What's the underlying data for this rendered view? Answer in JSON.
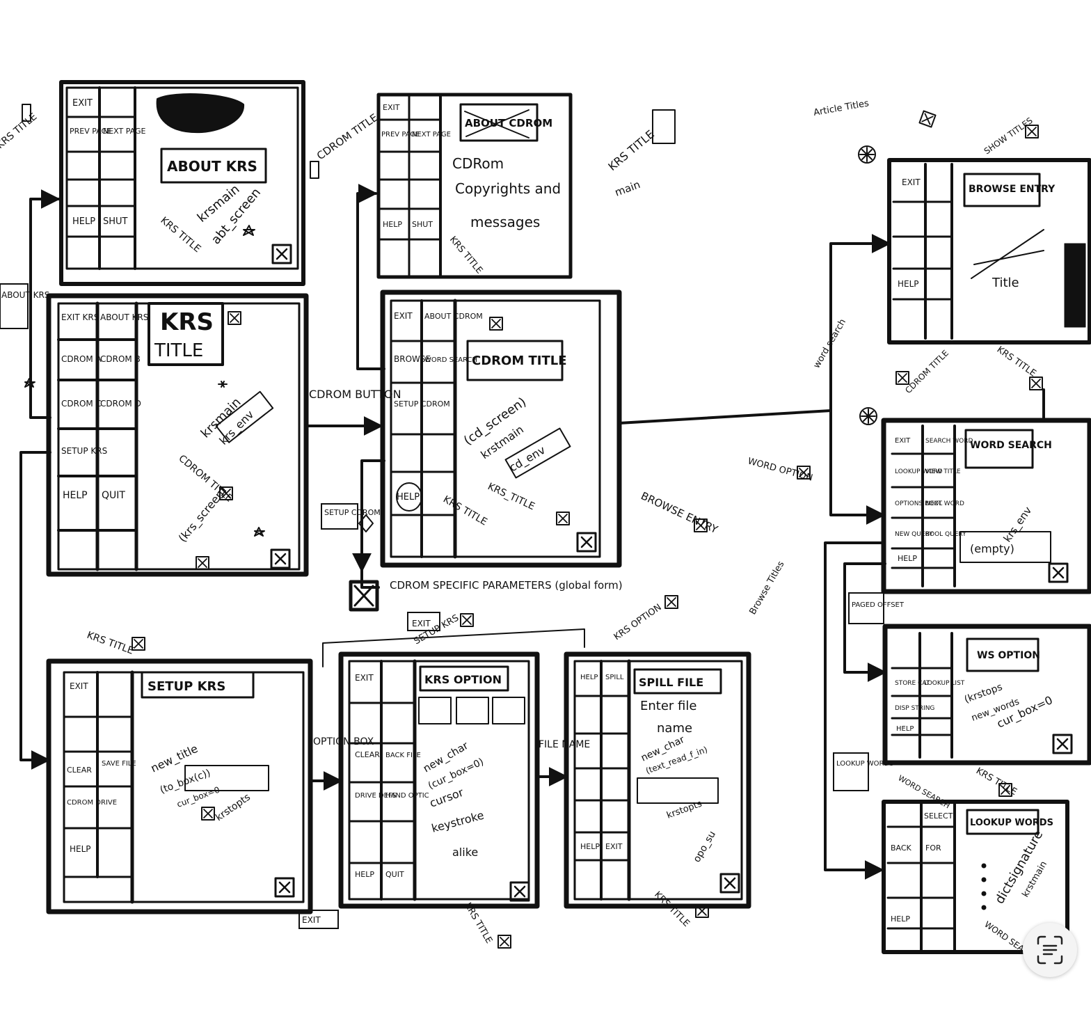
{
  "screens": {
    "about_krs": {
      "buttons": [
        "EXIT",
        "PREV PAGE",
        "NEXT PAGE",
        "HELP",
        "SHUT"
      ],
      "title_box": "ABOUT KRS",
      "notes": [
        "krsmain",
        "abt_screen",
        "KRS TITLE"
      ]
    },
    "about_cdrom": {
      "buttons": [
        "EXIT",
        "PREV PAGE",
        "NEXT PAGE",
        "HELP",
        "SHUT"
      ],
      "title_box": "ABOUT CDROM",
      "body_lines": [
        "CDRom",
        "Copyrights and",
        "messages"
      ],
      "notes": [
        "KRS TITLE"
      ]
    },
    "krs_main": {
      "buttons": [
        "EXIT KRS",
        "ABOUT KRS",
        "CDROM A",
        "CDROM B",
        "CDROM C",
        "CDROM D",
        "SETUP KRS",
        "HELP",
        "QUIT"
      ],
      "title_line1": "KRS",
      "title_line2": "TITLE",
      "notes": [
        "krsmain",
        "krs_env",
        "CDROM TITLE",
        "(krs_screen)"
      ]
    },
    "cdrom_screen": {
      "buttons": [
        "EXIT",
        "ABOUT CDROM",
        "BROWSE",
        "WORD SEARCH",
        "SETUP CDROM",
        "HELP"
      ],
      "title_box": "CDROM TITLE",
      "notes": [
        "(cd_screen)",
        "krstmain",
        "cd_env",
        "KRS_TITLE",
        "KRS TITLE"
      ]
    },
    "browse_entry": {
      "buttons": [
        "EXIT",
        "HELP"
      ],
      "title_box": "BROWSE ENTRY",
      "notes": [
        "Title"
      ]
    },
    "word_search": {
      "buttons": [
        "EXIT",
        "SEARCH WORD",
        "LOOKUP WORD",
        "VIEW TITLE",
        "OPTIONS BOOL",
        "NEXT WORD",
        "NEW QUERY",
        "BOOL QUERY",
        "HELP"
      ],
      "title_box": "WORD SEARCH",
      "notes": [
        "krs_env",
        "(empty)"
      ]
    },
    "setup_krs": {
      "buttons": [
        "EXIT",
        "CLEAR",
        "SAVE FILE",
        "CDROM DRIVE",
        "HELP"
      ],
      "title_box": "SETUP KRS",
      "notes": [
        "new_title",
        "(to_box(c))",
        "cur_box=0",
        "krstopts"
      ]
    },
    "krs_option": {
      "buttons": [
        "EXIT",
        "CLEAR",
        "BACK FILE",
        "DRIVE DEFS",
        "HAND OPTIC",
        "HELP",
        "QUIT"
      ],
      "title_box": "KRS OPTION",
      "notes": [
        "new_char",
        "(cur_box=0)",
        "cursor",
        "keystroke",
        "alike"
      ]
    },
    "spill_file": {
      "buttons": [
        "HELP",
        "SPILL",
        "HELP",
        "EXIT"
      ],
      "title_box": "SPILL FILE",
      "body_lines": [
        "Enter file",
        "name"
      ],
      "notes": [
        "new_char",
        "(text_read_f_in)",
        "krstopts",
        "opo_su"
      ]
    },
    "ws_option": {
      "buttons": [
        "STORE CAT",
        "LOOKUP LIST",
        "DISP STRING",
        "HELP"
      ],
      "title_box": "WS OPTION",
      "notes": [
        "(krstops",
        "new_words",
        "cur_box=0"
      ]
    },
    "lookup_words": {
      "buttons": [
        "SELECT",
        "BACK",
        "FOR",
        "HELP"
      ],
      "title_box": "LOOKUP WORDS",
      "notes": [
        "dictsignature",
        "krstmain"
      ]
    }
  },
  "labels": {
    "cdrom_title": "CDROM TITLE",
    "krs_title": "KRS TITLE",
    "krs_title_tag": "KRS TITLE",
    "main": "main",
    "about_krs": "ABOUT KRS",
    "cdrom_button": "CDROM BUTTON",
    "setup_cdrom": "SETUP CDROM",
    "cdrom_specific": "CDROM SPECIFIC PARAMETERS (global form)",
    "browse_entry": "BROWSE ENTRY",
    "word_option": "WORD OPTION",
    "word_search_conn": "word search",
    "article_titles": "Article Titles",
    "show_titles": "SHOW TITLES",
    "cdrom_title_ws": "CDROM TITLE",
    "browse_titles": "Browse Titles",
    "krs_title_below": "KRS TITLE",
    "krs_option": "KRS OPTION",
    "setup_krs": "SETUP KRS",
    "exit_top": "EXIT",
    "exit_bottom": "EXIT",
    "option_box": "OPTION BOX",
    "file_name": "FILE NAME",
    "krs_title_setup": "KRS TITLE",
    "krs_title_option": "KRS TITLE",
    "krs_title_spill": "KRS TITLE",
    "krs_title_ws": "KRS TITLE",
    "word_search_lookup": "WORD SEARCH",
    "paged_offset": "PAGED OFFSET",
    "lookup_words_side": "LOOKUP WORDS",
    "word_search_ws": "WORD SEARCH"
  }
}
